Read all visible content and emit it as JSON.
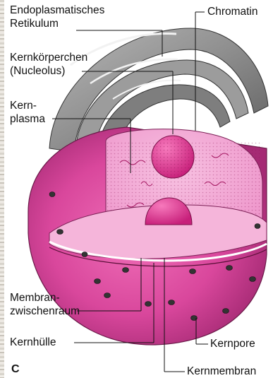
{
  "labels": {
    "er": [
      "Endoplasmatisches",
      "Retikulum"
    ],
    "nucleolus": [
      "Kernkörperchen",
      "(Nucleolus)"
    ],
    "karyoplasm": [
      "Kern-",
      "plasma"
    ],
    "chromatin": "Chromatin",
    "intermembrane": [
      "Membran-",
      "zwischenraum"
    ],
    "envelope": "Kernhülle",
    "pore": "Kernpore",
    "membrane": "Kernmembran",
    "panel": "C"
  },
  "colors": {
    "er": "#8a8a8a",
    "nucleus_outer": "#d9479c",
    "nucleus_inner": "#f3a6d4",
    "nucleolus": "#e0318e",
    "pore": "#3a3a3a",
    "line": "#111111"
  }
}
